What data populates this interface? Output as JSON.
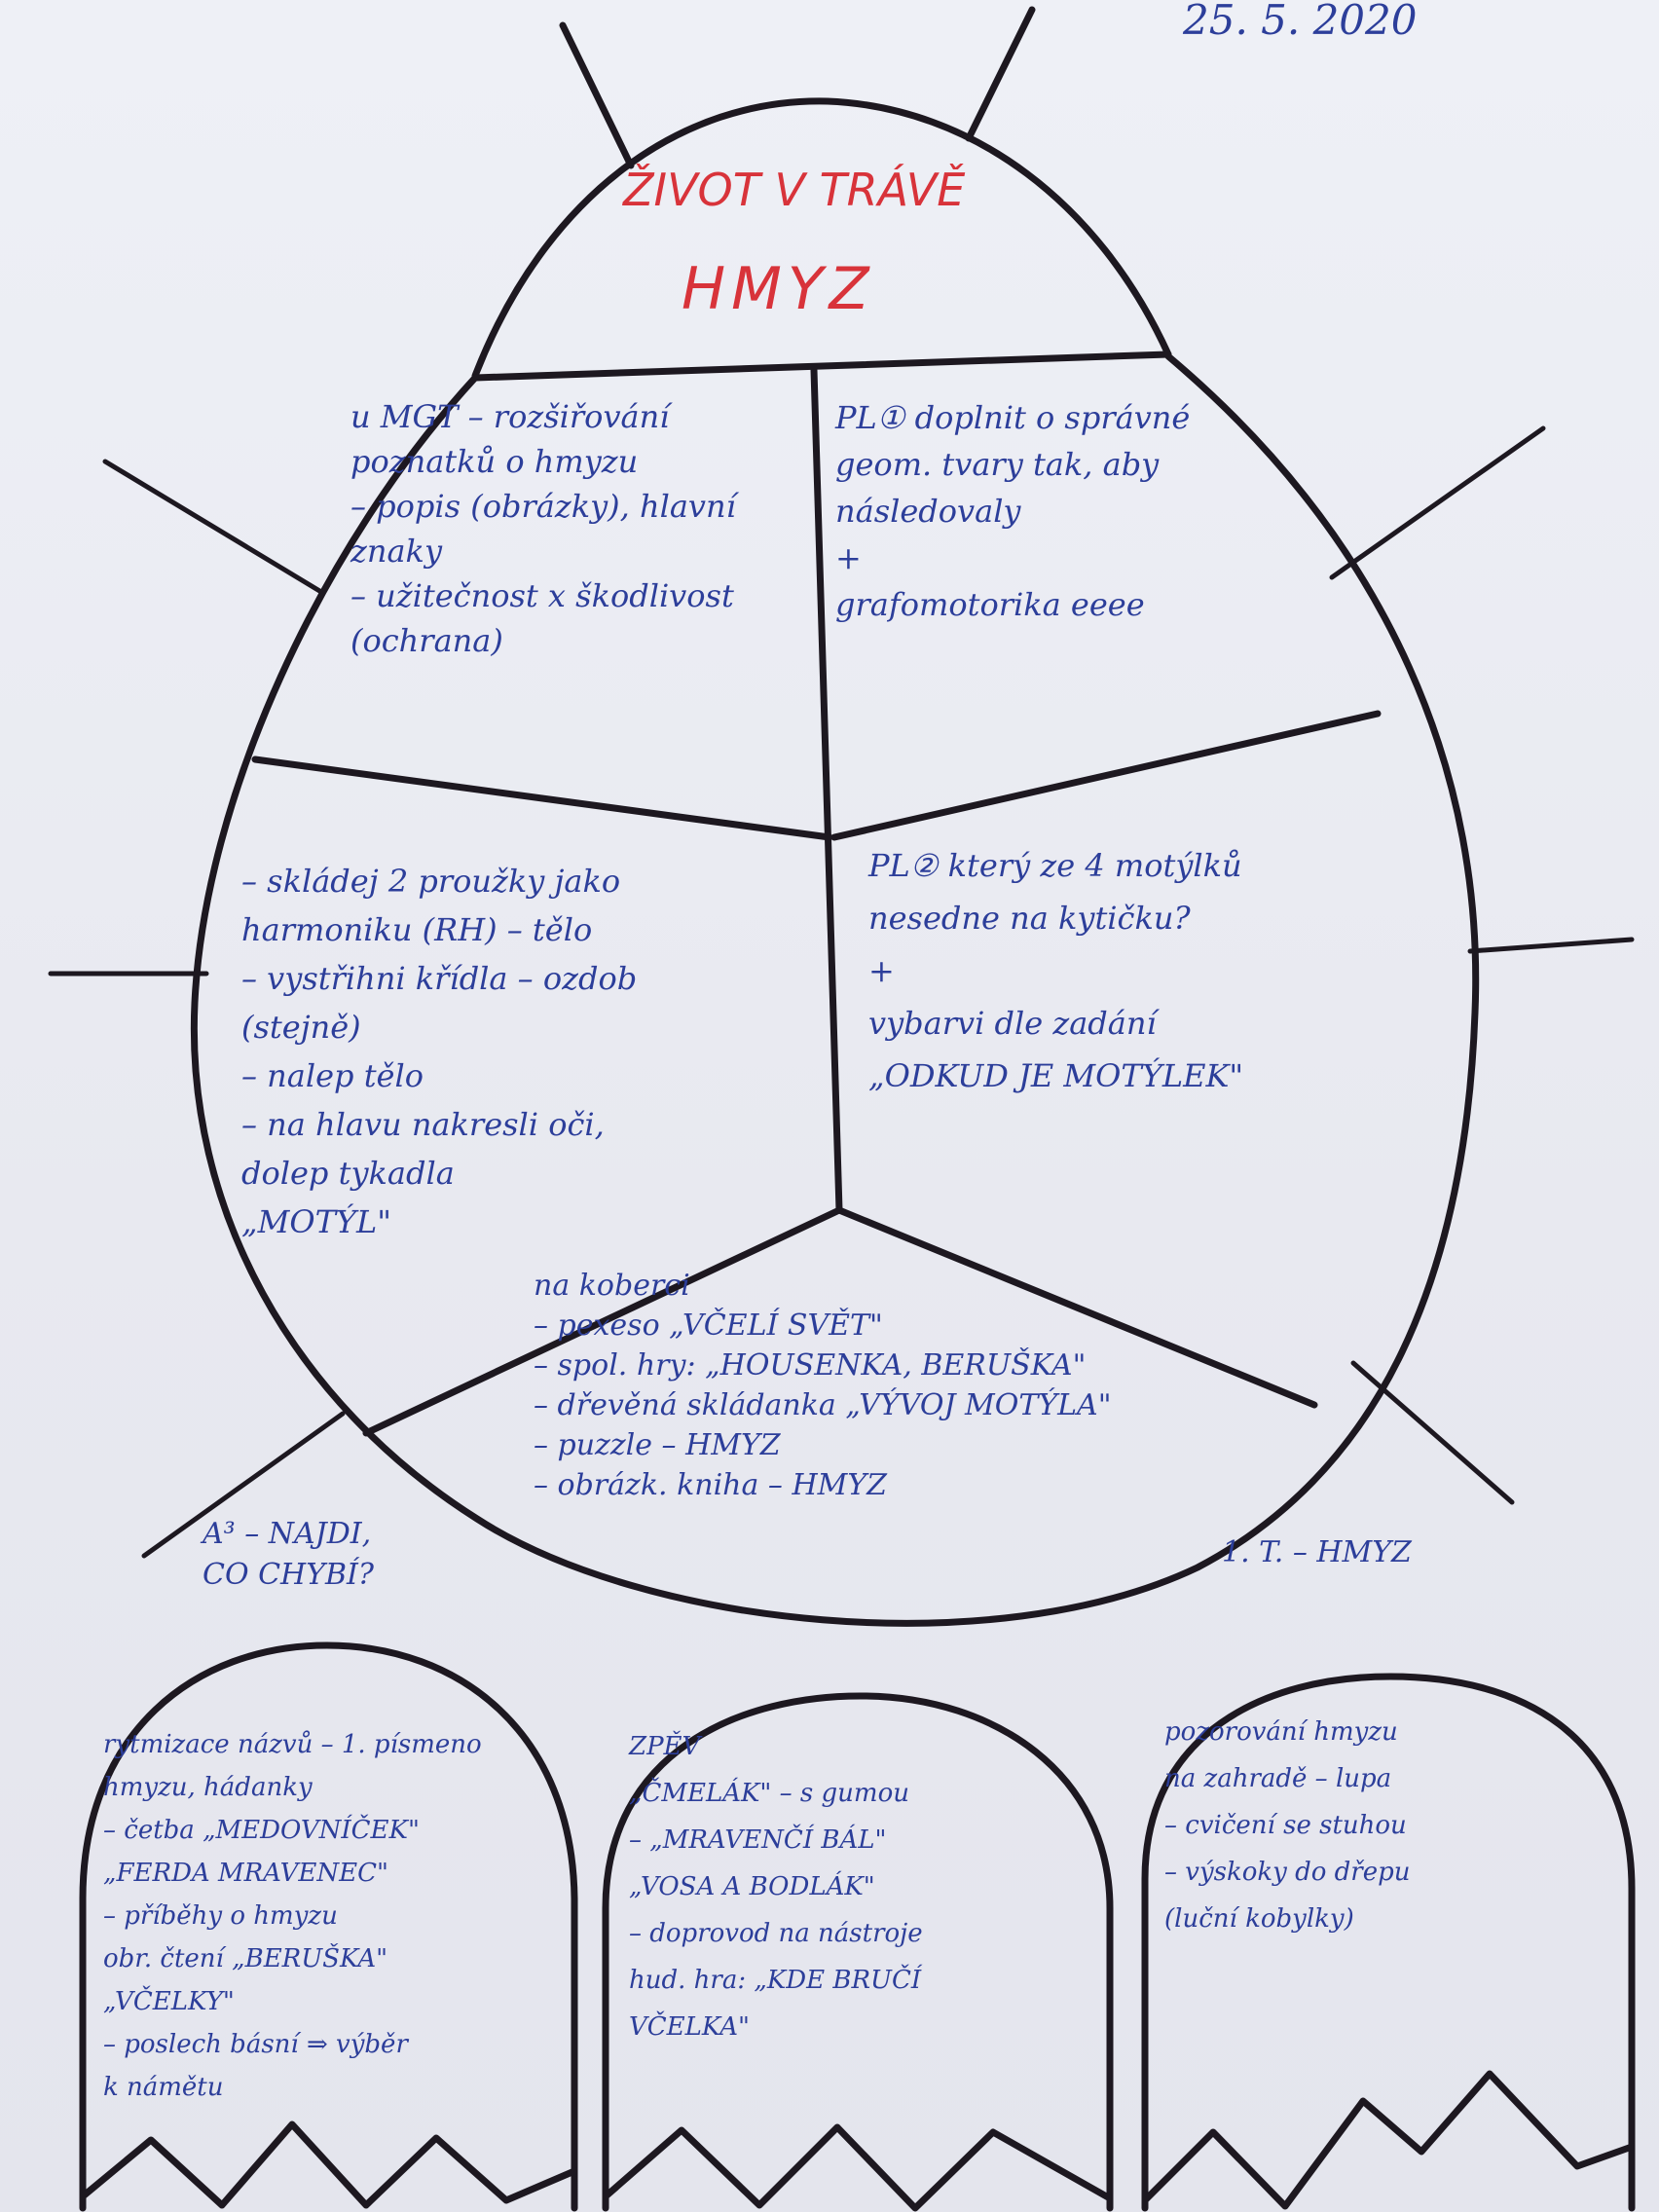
{
  "date": "25. 5. 2020",
  "head": {
    "title": "ŽIVOT V TRÁVĚ",
    "subtitle": "HMYZ"
  },
  "sections": {
    "upper_left": "u MGT – rozšiřování\npoznatků o hmyzu\n– popis (obrázky), hlavní\nznaky\n– užitečnost x škodlivost\n(ochrana)",
    "upper_right": "PL① doplnit o správné\ngeom. tvary tak, aby\nnásledovaly\n+\ngrafomotorika eeee",
    "middle_left": "– skládej 2 proužky jako\nharmoniku (RH) – tělo\n– vystřihni křídla – ozdob\n(stejně)\n– nalep tělo\n– na hlavu nakresli oči,\ndolep tykadla\n„MOTÝL\"",
    "middle_right": "PL② který ze 4 motýlků\nnesedne na kytičku?\n+\nvybarvi dle zadání\n„ODKUD JE MOTÝLEK\"",
    "bottom": "na koberci\n– pexeso „VČELÍ SVĚT\"\n– spol. hry: „HOUSENKA, BERUŠKA\"\n– dřevěná skládanka „VÝVOJ MOTÝLA\"\n– puzzle – HMYZ\n– obrázk. kniha – HMYZ"
  },
  "side_notes": {
    "left": "A³ – NAJDI,\nCO CHYBÍ?",
    "right": "1. T. – HMYZ"
  },
  "eggs": {
    "left": "rytmizace názvů – 1. písmeno\nhmyzu, hádanky\n– četba „MEDOVNÍČEK\"\n„FERDA MRAVENEC\"\n– příběhy o hmyzu\nobr. čtení „BERUŠKA\"\n„VČELKY\"\n– poslech básní ⇒ výběr\nk námětu",
    "middle": "ZPĚV\n„ČMELÁK\" – s gumou\n– „MRAVENČÍ BÁL\"\n„VOSA A BODLÁK\"\n– doprovod na nástroje\nhud. hra: „KDE BRUČÍ\nVČELKA\"",
    "right": "pozorování hmyzu\nna zahradě – lupa\n– cvičení se stuhou\n– výskoky do dřepu\n(luční kobylky)"
  }
}
